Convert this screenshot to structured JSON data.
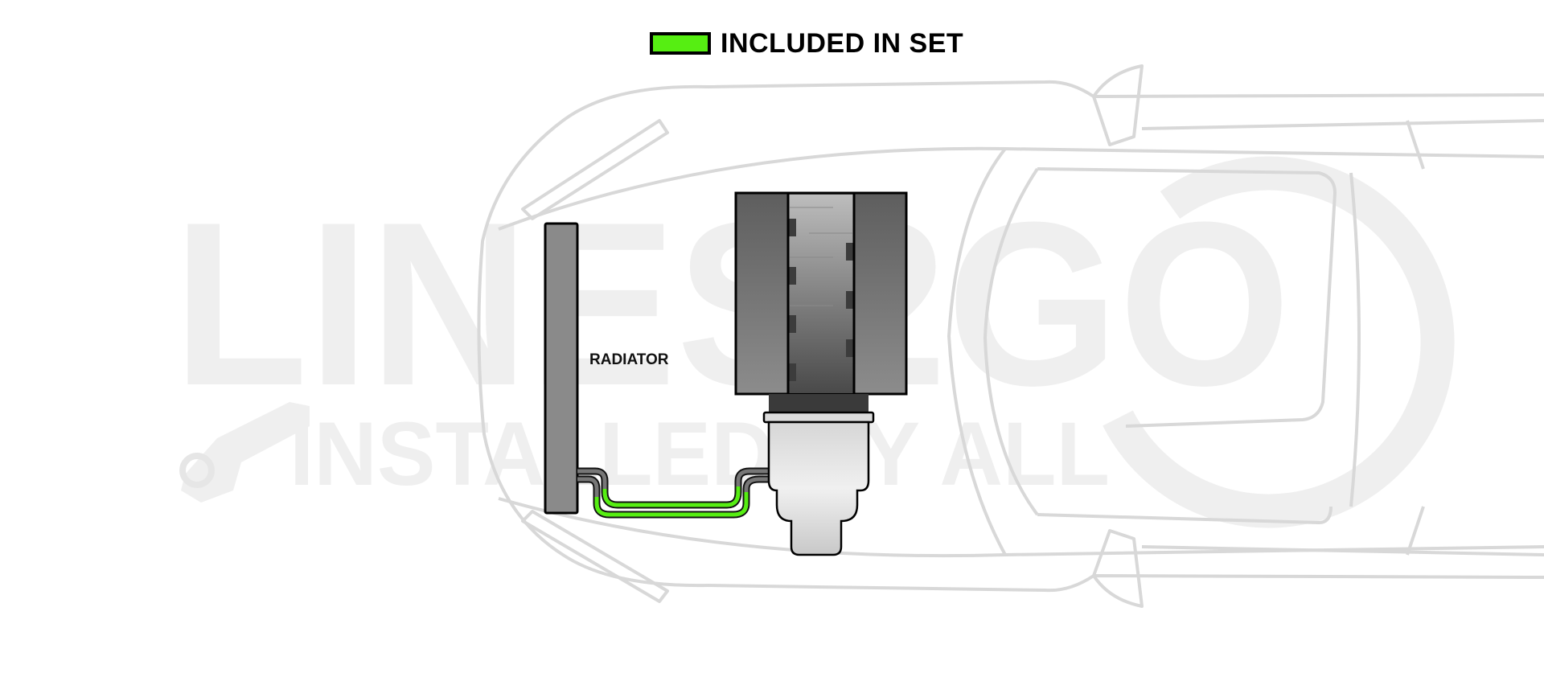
{
  "legend": {
    "swatch_color": "#56ee12",
    "label": "INCLUDED IN SET"
  },
  "watermark": {
    "line1": "LINES2GO",
    "line2": "INSTALLED BY ALL",
    "color": "#efefef"
  },
  "components": {
    "radiator_label": "RADIATOR",
    "radiator_color": "#8a8a8a",
    "transmission_color": "#666666",
    "line_included_color": "#56ee12",
    "line_not_included_color": "#777777"
  },
  "car_outline": {
    "color": "#d8d8d8",
    "view": "top-down, front facing left"
  }
}
